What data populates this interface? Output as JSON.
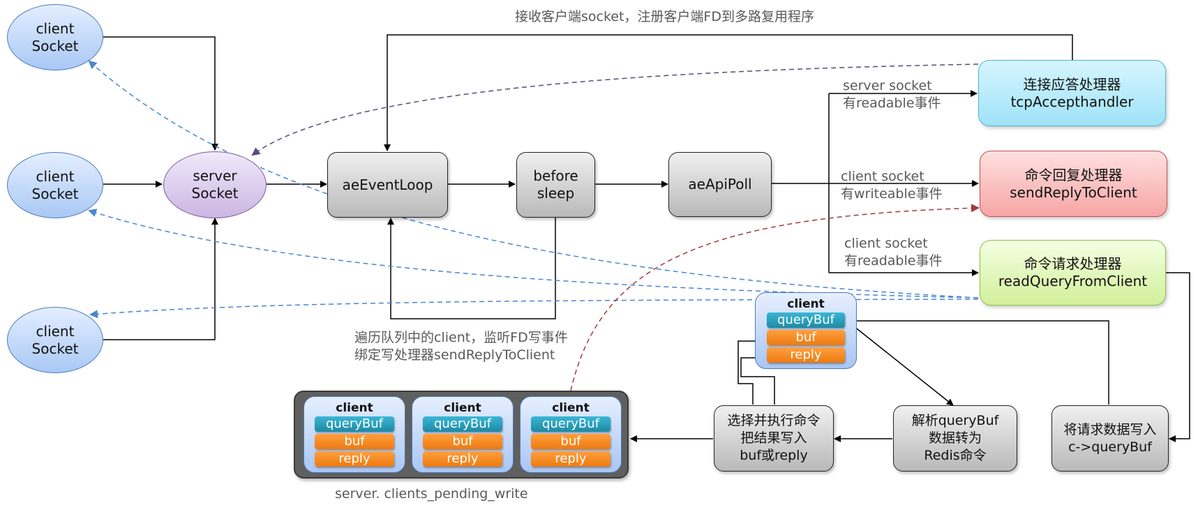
{
  "title_label": "接收客户端socket，注册客户端FD到多路复用程序",
  "client_sockets": [
    {
      "line1": "client",
      "line2": "Socket"
    },
    {
      "line1": "client",
      "line2": "Socket"
    },
    {
      "line1": "client",
      "line2": "Socket"
    }
  ],
  "server_socket": {
    "line1": "server",
    "line2": "Socket"
  },
  "flow": {
    "event_loop": "aeEventLoop",
    "before_sleep": {
      "line1": "before",
      "line2": "sleep"
    },
    "api_poll": "aeApiPoll"
  },
  "branches": [
    {
      "line1": "server socket",
      "line2": "有readable事件"
    },
    {
      "line1": "client socket",
      "line2": "有writeable事件"
    },
    {
      "line1": "client socket",
      "line2": "有readable事件"
    }
  ],
  "handlers": [
    {
      "line1": "连接应答处理器",
      "line2": "tcpAccepthandler",
      "color": "#9fe3f8"
    },
    {
      "line1": "命令回复处理器",
      "line2": "sendReplyToClient",
      "color": "#f7a5a5"
    },
    {
      "line1": "命令请求处理器",
      "line2": "readQueryFromClient",
      "color": "#d2f09a"
    }
  ],
  "client_struct": {
    "title": "client",
    "fields": [
      "queryBuf",
      "buf",
      "reply"
    ]
  },
  "steps": {
    "write_query": {
      "line1": "将请求数据写入",
      "line2": "c->queryBuf"
    },
    "parse": {
      "line1": "解析queryBuf",
      "line2": "数据转为",
      "line3": "Redis命令"
    },
    "execute": {
      "line1": "选择并执行命令",
      "line2": "把结果写入",
      "line3": "buf或reply"
    }
  },
  "before_sleep_note": {
    "line1": "遍历队列中的client，监听FD写事件",
    "line2": "绑定写处理器sendReplyToClient"
  },
  "pending_queue": {
    "label": "server. clients_pending_write",
    "clients": [
      {
        "title": "client",
        "fields": [
          "queryBuf",
          "buf",
          "reply"
        ]
      },
      {
        "title": "client",
        "fields": [
          "queryBuf",
          "buf",
          "reply"
        ]
      },
      {
        "title": "client",
        "fields": [
          "queryBuf",
          "buf",
          "reply"
        ]
      }
    ]
  }
}
